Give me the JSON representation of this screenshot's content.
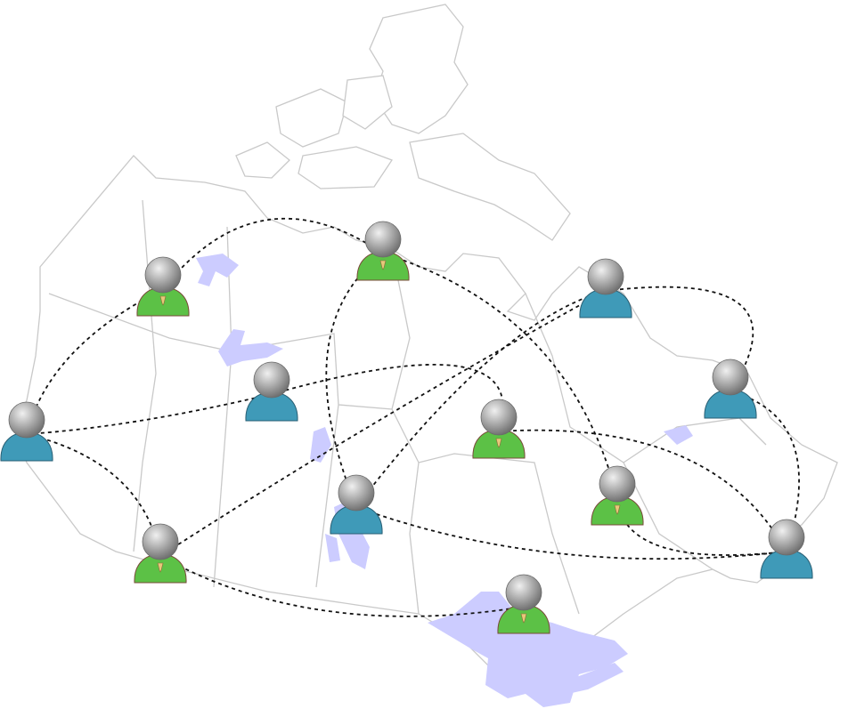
{
  "colors": {
    "background": "#ffffff",
    "map_outline": "#c9c9c9",
    "map_fill": "#ffffff",
    "lakes": "#ccccff",
    "link": "#111111",
    "head_light": "#e4e4e4",
    "head_dark": "#7a7a7a",
    "body_green": "#5cc146",
    "body_blue": "#3f9ab8",
    "body_outline": "#7a4a3a"
  },
  "diagram": {
    "background_map": "canada-map",
    "nodes": [
      {
        "id": "n1",
        "label": "",
        "role": "user",
        "color": "blue"
      },
      {
        "id": "n2",
        "label": "",
        "role": "user",
        "color": "green"
      },
      {
        "id": "n3",
        "label": "",
        "role": "user",
        "color": "green"
      },
      {
        "id": "n4",
        "label": "",
        "role": "user",
        "color": "blue"
      },
      {
        "id": "n5",
        "label": "",
        "role": "user",
        "color": "green"
      },
      {
        "id": "n6",
        "label": "",
        "role": "user",
        "color": "blue"
      },
      {
        "id": "n7",
        "label": "",
        "role": "user",
        "color": "green"
      },
      {
        "id": "n8",
        "label": "",
        "role": "user",
        "color": "blue"
      },
      {
        "id": "n9",
        "label": "",
        "role": "user",
        "color": "green"
      },
      {
        "id": "n10",
        "label": "",
        "role": "user",
        "color": "blue"
      },
      {
        "id": "n11",
        "label": "",
        "role": "user",
        "color": "green"
      },
      {
        "id": "n12",
        "label": "",
        "role": "user",
        "color": "blue"
      }
    ],
    "links": [
      [
        "n1",
        "n2"
      ],
      [
        "n1",
        "n4"
      ],
      [
        "n1",
        "n3"
      ],
      [
        "n2",
        "n5"
      ],
      [
        "n5",
        "n6"
      ],
      [
        "n4",
        "n7"
      ],
      [
        "n5",
        "n9"
      ],
      [
        "n6",
        "n8"
      ],
      [
        "n8",
        "n10"
      ],
      [
        "n3",
        "n8"
      ],
      [
        "n7",
        "n12"
      ],
      [
        "n3",
        "n11"
      ],
      [
        "n9",
        "n12"
      ],
      [
        "n10",
        "n12"
      ],
      [
        "n4",
        "n7"
      ],
      [
        "n6",
        "n12"
      ]
    ]
  }
}
